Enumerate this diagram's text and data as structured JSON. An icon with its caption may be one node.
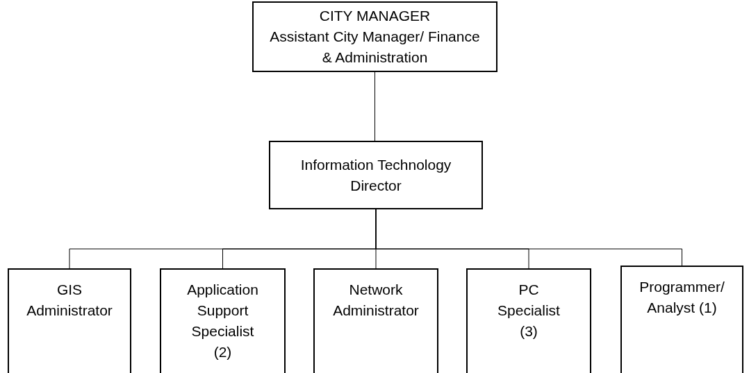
{
  "diagram": {
    "nodes": [
      {
        "text": [
          "CITY MANAGER",
          "Assistant City Manager/ Finance & Administration"
        ]
      },
      {
        "text": [
          "Information Technology Director"
        ]
      },
      {
        "text": [
          "GIS Administrator"
        ]
      },
      {
        "text": [
          "Application Support Specialist (2)"
        ]
      },
      {
        "text": [
          "Network Administrator"
        ]
      },
      {
        "text": [
          "PC Specialist (3)"
        ]
      },
      {
        "text": [
          "Programmer/ Analyst (1)"
        ]
      }
    ],
    "edges": [
      {
        "from": 0,
        "to": 1,
        "arrow": "none"
      },
      {
        "from": 1,
        "to": 2,
        "arrow": "none"
      },
      {
        "from": 1,
        "to": 3,
        "arrow": "none"
      },
      {
        "from": 1,
        "to": 4,
        "arrow": "none"
      },
      {
        "from": 1,
        "to": 5,
        "arrow": "none"
      },
      {
        "from": 1,
        "to": 6,
        "arrow": "none"
      }
    ]
  }
}
